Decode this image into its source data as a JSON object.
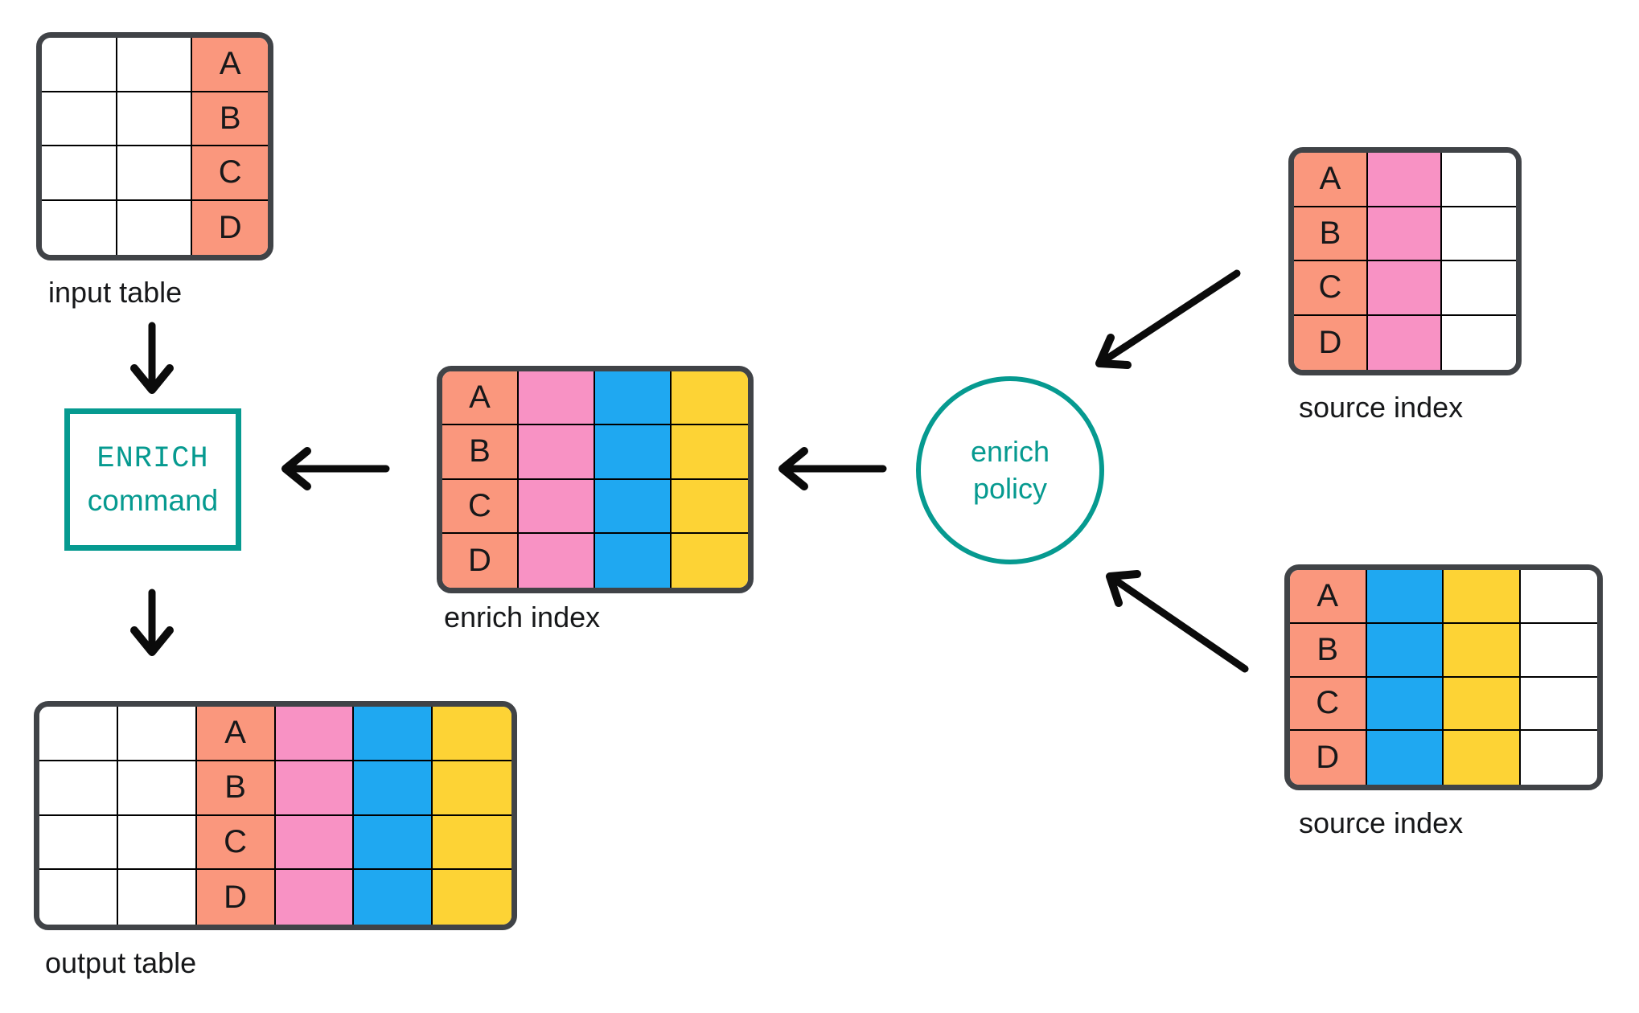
{
  "colors": {
    "salmon": "#FA977D",
    "pink": "#F892C4",
    "blue": "#1FA8F1",
    "yellow": "#FDD335",
    "teal": "#069A90",
    "outline": "#404347",
    "grid": "#000000",
    "text": "#17181A",
    "arrow": "#0B0B0B"
  },
  "row_labels": [
    "A",
    "B",
    "C",
    "D"
  ],
  "nodes": {
    "input_table": {
      "label": "input table",
      "columns": [
        "white",
        "white",
        "salmon"
      ],
      "letter_col": 2
    },
    "enrich_command": {
      "line1": "ENRICH",
      "line2": "command"
    },
    "output_table": {
      "label": "output table",
      "columns": [
        "white",
        "white",
        "salmon",
        "pink",
        "blue",
        "yellow"
      ],
      "letter_col": 2
    },
    "enrich_index": {
      "label": "enrich index",
      "columns": [
        "salmon",
        "pink",
        "blue",
        "yellow"
      ],
      "letter_col": 0
    },
    "enrich_policy": {
      "line1": "enrich",
      "line2": "policy"
    },
    "source_index_top": {
      "label": "source index",
      "columns": [
        "salmon",
        "pink",
        "white"
      ],
      "letter_col": 0
    },
    "source_index_bottom": {
      "label": "source index",
      "columns": [
        "salmon",
        "blue",
        "yellow",
        "white"
      ],
      "letter_col": 0
    }
  },
  "arrows": [
    {
      "from": "input table",
      "to": "ENRICH command"
    },
    {
      "from": "ENRICH command",
      "to": "output table"
    },
    {
      "from": "enrich index",
      "to": "ENRICH command"
    },
    {
      "from": "enrich policy",
      "to": "enrich index"
    },
    {
      "from": "source index (top)",
      "to": "enrich policy"
    },
    {
      "from": "source index (bottom)",
      "to": "enrich policy"
    }
  ]
}
